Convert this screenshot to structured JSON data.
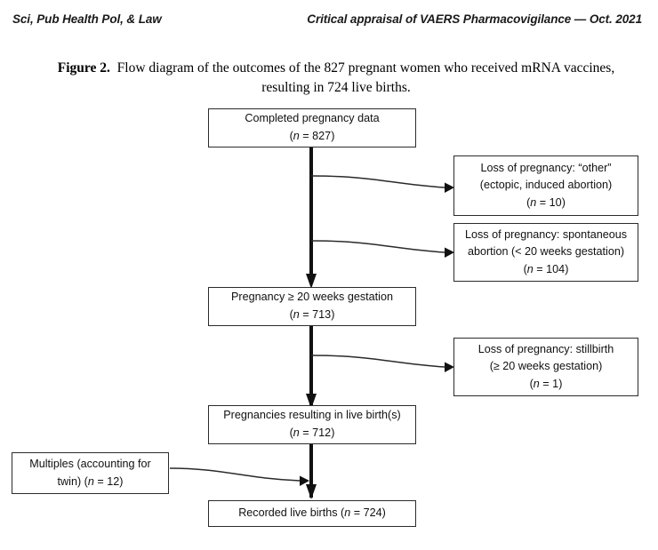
{
  "header": {
    "left": "Sci, Pub Health Pol, & Law",
    "right": "Critical appraisal of VAERS Pharmacovigilance — Oct. 2021"
  },
  "caption": {
    "label": "Figure 2.",
    "text": "Flow diagram of the outcomes of the 827 pregnant women who received mRNA vaccines, resulting in 724 live births."
  },
  "diagram": {
    "nodes": {
      "completed": {
        "line1": "Completed pregnancy data",
        "n_open": "(",
        "n_symbol": "n",
        "n_eq": "  =  ",
        "n_value": "827",
        "n_close": ")"
      },
      "loss_other": {
        "line1": "Loss of pregnancy: “other”",
        "line2": "(ectopic, induced abortion)",
        "n_open": "(",
        "n_symbol": "n",
        "n_eq": "  =  ",
        "n_value": "10",
        "n_close": ")"
      },
      "loss_spontaneous": {
        "line1": "Loss of pregnancy: spontaneous",
        "line2": "abortion (< 20 weeks gestation)",
        "n_open": "(",
        "n_symbol": "n",
        "n_eq": "  =  ",
        "n_value": "104",
        "n_close": ")"
      },
      "pregnancy_20w": {
        "line1": "Pregnancy ≥ 20 weeks gestation",
        "n_open": "(",
        "n_symbol": "n",
        "n_eq": "  =  ",
        "n_value": "713",
        "n_close": ")"
      },
      "stillbirth": {
        "line1": "Loss of pregnancy: stillbirth",
        "line2": "(≥ 20 weeks gestation)",
        "n_open": "(",
        "n_symbol": "n",
        "n_eq": "  =  ",
        "n_value": "1",
        "n_close": ")"
      },
      "live_births_pregnancies": {
        "line1": "Pregnancies resulting in live birth(s)",
        "n_open": "(",
        "n_symbol": "n",
        "n_eq": "  =  ",
        "n_value": "712",
        "n_close": ")"
      },
      "multiples": {
        "line1": "Multiples (accounting for",
        "line2_prefix": "twin) ",
        "n_open": "(",
        "n_symbol": "n",
        "n_eq": "  =  ",
        "n_value": "12",
        "n_close": ")"
      },
      "recorded": {
        "line1_prefix": "Recorded live births ",
        "n_open": "(",
        "n_symbol": "n",
        "n_eq": "  =  ",
        "n_value": "724",
        "n_close": ")"
      }
    },
    "colors": {
      "box_border": "#2b2b2b",
      "trunk": "#111111",
      "curve": "#2a2a2a",
      "text": "#101010"
    }
  }
}
